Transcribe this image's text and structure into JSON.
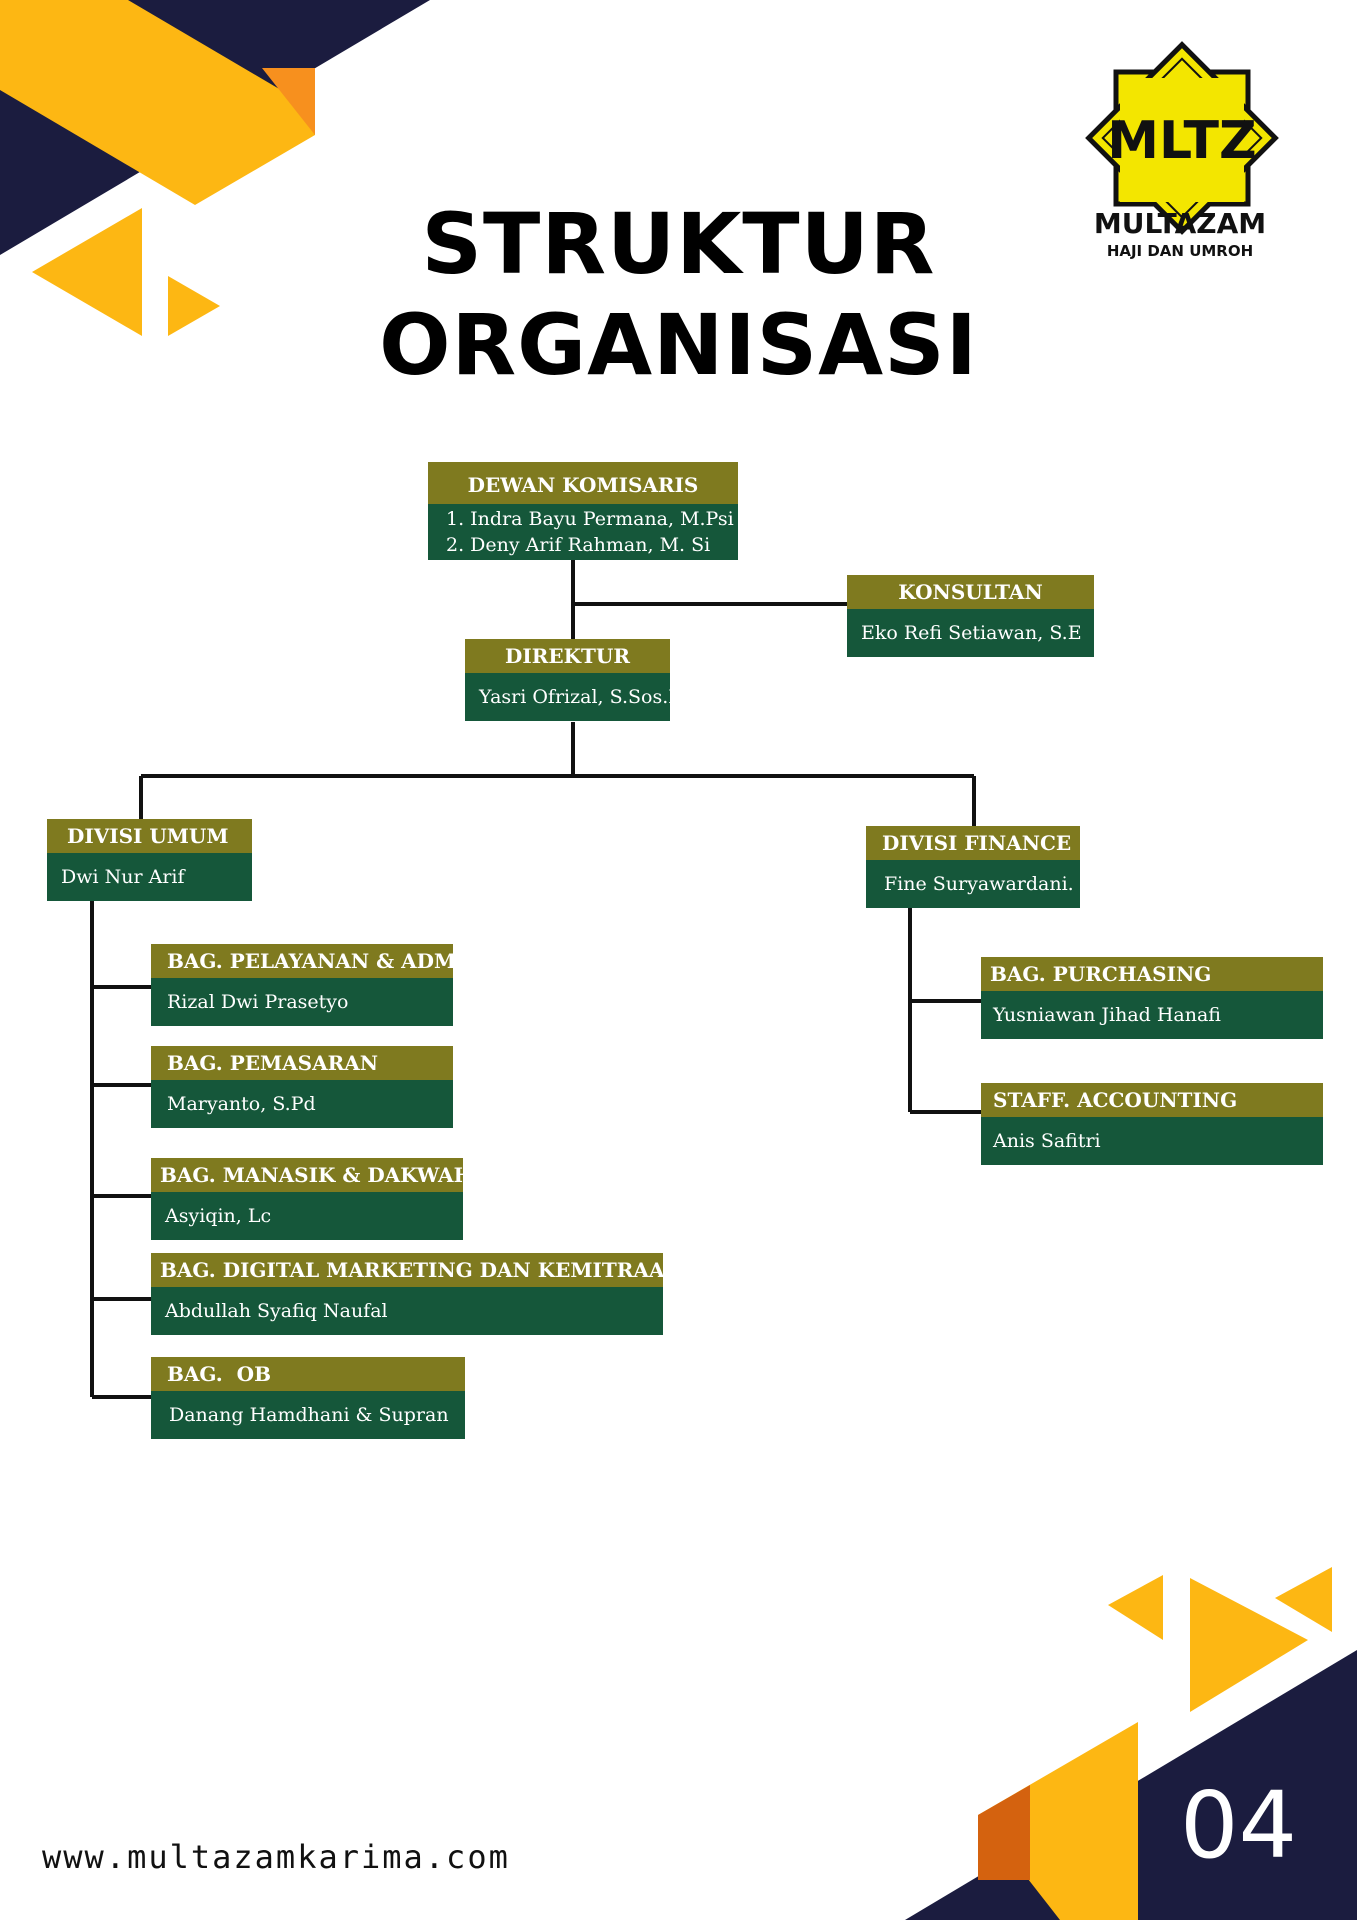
{
  "title": {
    "line1": "STRUKTUR",
    "line2": "ORGANISASI"
  },
  "logo": {
    "mark": "MLTZ",
    "name": "MULTAZAM",
    "tagline": "HAJI DAN UMROH"
  },
  "colors": {
    "header_olive": "#7f7a1f",
    "body_green": "#15573a",
    "navy": "#1b1c3f",
    "yellow": "#fdb713",
    "orange": "#f7901e"
  },
  "org": {
    "dewan_komisaris": {
      "title": "DEWAN KOMISARIS",
      "members": [
        "1. Indra Bayu Permana, M.Psi",
        "2. Deny Arif Rahman, M. Si"
      ]
    },
    "konsultan": {
      "title": "KONSULTAN",
      "name": "Eko Refi Setiawan, S.E"
    },
    "direktur": {
      "title": "DIREKTUR",
      "name": "Yasri Ofrizal, S.Sos.I"
    },
    "divisi_umum": {
      "title": "DIVISI UMUM",
      "name": "Dwi Nur Arif"
    },
    "divisi_finance": {
      "title": "DIVISI FINANCE",
      "name": "Fine Suryawardani. S"
    },
    "umum_units": [
      {
        "title": "BAG. PELAYANAN & ADM",
        "name": "Rizal Dwi Prasetyo"
      },
      {
        "title": "BAG. PEMASARAN",
        "name": "Maryanto, S.Pd"
      },
      {
        "title": "BAG. MANASIK & DAKWAH",
        "name": "Asyiqin, Lc"
      },
      {
        "title": "BAG. DIGITAL MARKETING DAN KEMITRAAN",
        "name": "Abdullah Syafiq Naufal"
      },
      {
        "title": "BAG.  OB",
        "name": "Danang Hamdhani & Supran"
      }
    ],
    "finance_units": [
      {
        "title": "BAG. PURCHASING",
        "name": "Yusniawan Jihad Hanafi"
      },
      {
        "title": "STAFF. ACCOUNTING",
        "name": "Anis Safitri"
      }
    ]
  },
  "footer": {
    "website": "www.multazamkarima.com",
    "page_number": "04"
  }
}
